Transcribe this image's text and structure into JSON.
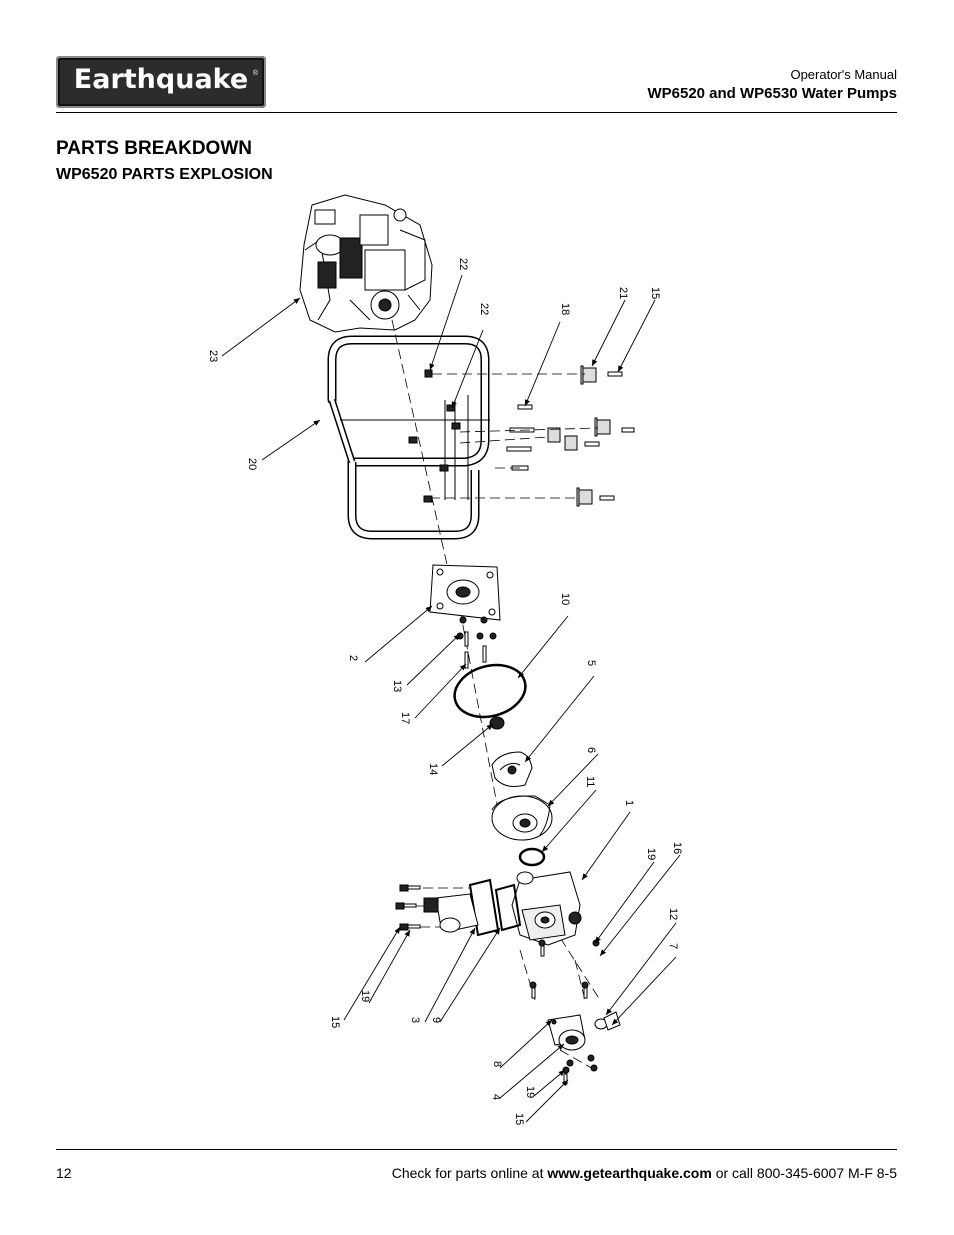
{
  "header": {
    "logo_text": "Earthquake",
    "logo_reg": "®",
    "manual_label": "Operator's Manual",
    "model_title": "WP6520 and WP6530 Water Pumps"
  },
  "section": {
    "title": "PARTS BREAKDOWN",
    "subtitle": "WP6520 PARTS EXPLOSION"
  },
  "diagram": {
    "callouts": [
      {
        "id": "c23",
        "text": "23"
      },
      {
        "id": "c22a",
        "text": "22"
      },
      {
        "id": "c22b",
        "text": "22"
      },
      {
        "id": "c18",
        "text": "18"
      },
      {
        "id": "c21",
        "text": "21"
      },
      {
        "id": "c15a",
        "text": "15"
      },
      {
        "id": "c20",
        "text": "20"
      },
      {
        "id": "c10",
        "text": "10"
      },
      {
        "id": "c2",
        "text": "2"
      },
      {
        "id": "c13",
        "text": "13"
      },
      {
        "id": "c5",
        "text": "5"
      },
      {
        "id": "c17",
        "text": "17"
      },
      {
        "id": "c6",
        "text": "6"
      },
      {
        "id": "c14",
        "text": "14"
      },
      {
        "id": "c11",
        "text": "11"
      },
      {
        "id": "c1",
        "text": "1"
      },
      {
        "id": "c19a",
        "text": "19"
      },
      {
        "id": "c16",
        "text": "16"
      },
      {
        "id": "c12",
        "text": "12"
      },
      {
        "id": "c7",
        "text": "7"
      },
      {
        "id": "c15b",
        "text": "15"
      },
      {
        "id": "c19b",
        "text": "19"
      },
      {
        "id": "c3",
        "text": "3"
      },
      {
        "id": "c9",
        "text": "9"
      },
      {
        "id": "c8",
        "text": "8"
      },
      {
        "id": "c4",
        "text": "4"
      },
      {
        "id": "c19c",
        "text": "19"
      },
      {
        "id": "c15c",
        "text": "15"
      }
    ]
  },
  "footer": {
    "page_number": "12",
    "text_before": "Check for parts online at",
    "website": "www.getearthquake.com",
    "text_after": "or call 800-345-6007 M-F 8-5"
  }
}
